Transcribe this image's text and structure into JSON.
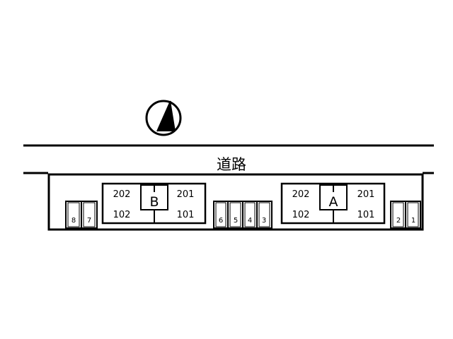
{
  "map": {
    "road_label": "道路",
    "building_b": {
      "name": "B",
      "units_upper": [
        "202",
        "201"
      ],
      "units_lower": [
        "102",
        "101"
      ]
    },
    "building_a": {
      "name": "A",
      "units_upper": [
        "202",
        "201"
      ],
      "units_lower": [
        "102",
        "101"
      ]
    },
    "parking_left": [
      "8",
      "7"
    ],
    "parking_middle": [
      "6",
      "5",
      "4",
      "3"
    ],
    "parking_right": [
      "2",
      "1"
    ],
    "north_arrow": "north-arrow-icon"
  }
}
